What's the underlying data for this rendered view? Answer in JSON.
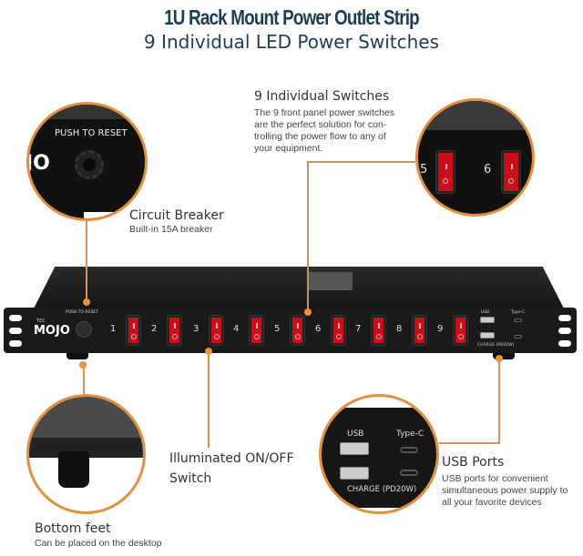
{
  "header": {
    "title": "1U Rack Mount Power Outlet Strip",
    "subtitle": "9 Individual LED Power Switches"
  },
  "callouts": {
    "switches": {
      "title": "9 Individual Switches",
      "lines": [
        "The 9 front panel power switches",
        "are the perfect solution for con-",
        "trolling the power flow to any of",
        "your equipment."
      ],
      "zoom_numbers": [
        "5",
        "6"
      ]
    },
    "breaker": {
      "title": "Circuit Breaker",
      "desc": "Built-in 15A breaker",
      "zoom_label": "PUSH TO RESET",
      "zoom_logo": "JO"
    },
    "illuminated": {
      "title_line1": "Illuminated ON/OFF",
      "title_line2": "Switch"
    },
    "usb": {
      "title": "USB Ports",
      "lines": [
        "USB ports for convenient",
        "simultaneous power supply to",
        "all your favorite devices"
      ],
      "zoom_usb": "USB",
      "zoom_typec": "Type-C",
      "zoom_charge": "CHARGE (PD20W)"
    },
    "feet": {
      "title": "Bottom feet",
      "desc": "Can be placed on the desktop"
    }
  },
  "device": {
    "logo_small": "TEC",
    "logo": "MOJO",
    "reset_label": "PUSH TO RESET",
    "switch_numbers": [
      "1",
      "2",
      "3",
      "4",
      "5",
      "6",
      "7",
      "8",
      "9"
    ],
    "usb_label": "USB",
    "typec_label": "Type-C",
    "charge_label": "CHARGE (PD20W)"
  },
  "colors": {
    "title": "#1f3d52",
    "accent": "#e0913f",
    "switch": "#c8101c",
    "panel": "#1a1a1a"
  }
}
